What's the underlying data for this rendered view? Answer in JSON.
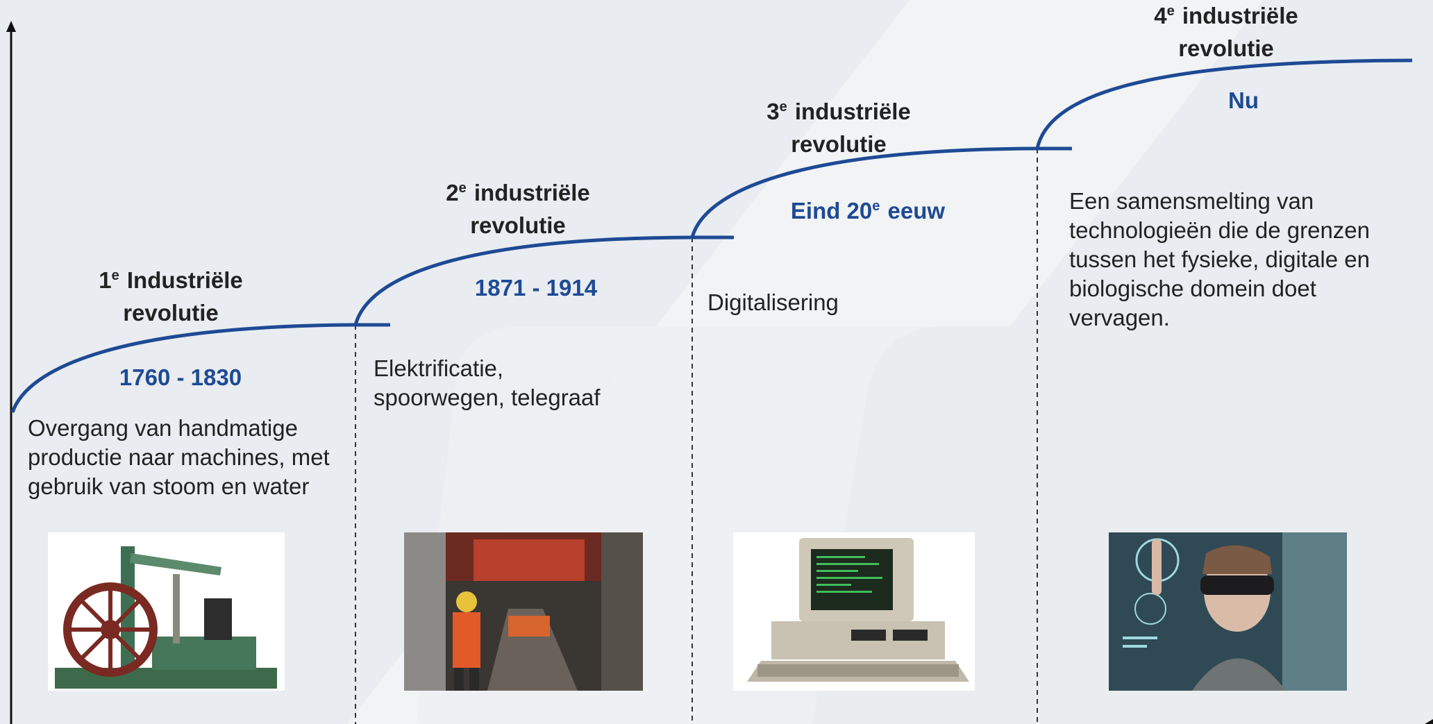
{
  "colors": {
    "accent": "#1e4a94",
    "text": "#222222",
    "background": "#e9ecf0"
  },
  "revolutions": [
    {
      "title_num": "1",
      "title_sup": "e",
      "title_rest": " Industriële",
      "title_line2": "revolutie",
      "date": "1760 - 1830",
      "date_sup": "",
      "date_rest": "",
      "description": "Overgang van handmatige productie naar machines, met gebruik van stoom en water",
      "image": "steam-engine-image"
    },
    {
      "title_num": "2",
      "title_sup": "e",
      "title_rest": " industriële",
      "title_line2": "revolutie",
      "date": "1871 - 1914",
      "date_sup": "",
      "date_rest": "",
      "description": "Elektrificatie, spoorwegen, telegraaf",
      "image": "railway-workers-image"
    },
    {
      "title_num": "3",
      "title_sup": "e",
      "title_rest": " industriële",
      "title_line2": "revolutie",
      "date": "Eind 20",
      "date_sup": "e",
      "date_rest": " eeuw",
      "description": "Digitalisering",
      "image": "personal-computer-image"
    },
    {
      "title_num": "4",
      "title_sup": "e",
      "title_rest": " industriële",
      "title_line2": "revolutie",
      "date": "Nu",
      "date_sup": "",
      "date_rest": "",
      "description": "Een samensmelting van technologieën die de grenzen tussen het fysieke, digitale en biologische domein doet vervagen.",
      "image": "mixed-reality-headset-image"
    }
  ]
}
